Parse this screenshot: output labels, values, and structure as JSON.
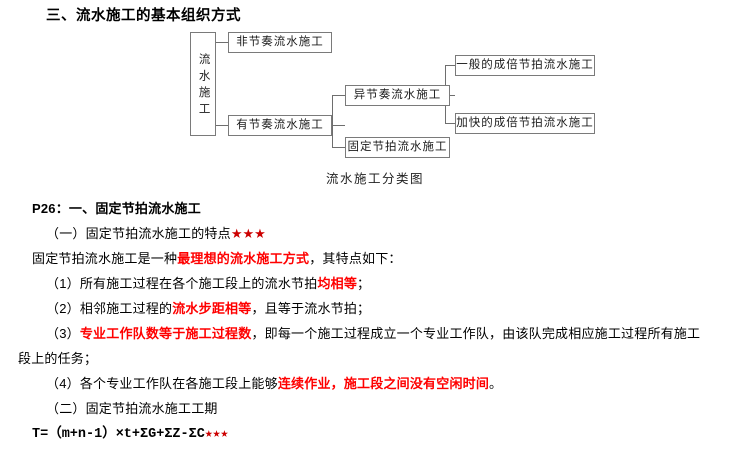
{
  "document": {
    "section_title": "三、流水施工的基本组织方式",
    "diagram": {
      "caption": "流水施工分类图",
      "nodes": {
        "root": "流水施工",
        "branch_non_rhythmic": "非节奏流水施工",
        "branch_rhythmic": "有节奏流水施工",
        "sub_heterogeneous": "异节奏流水施工",
        "sub_fixed_beat": "固定节拍流水施工",
        "leaf_general_multiple": "一般的成倍节拍流水施工",
        "leaf_accelerated_multiple": "加快的成倍节拍流水施工"
      }
    },
    "heading_p26": "P26：一、固定节拍流水施工",
    "subheading_one": {
      "text": "（一）固定节拍流水施工的特点",
      "stars": "★★★"
    },
    "intro": {
      "part1": "固定节拍流水施工是一种",
      "highlight": "最理想的流水施工方式",
      "part2": "，其特点如下："
    },
    "features": [
      {
        "part1": "（1）所有施工过程在各个施工段上的流水节拍",
        "highlight": "均相等",
        "part2": "；"
      },
      {
        "part1": "（2）相邻施工过程的",
        "highlight": "流水步距相等",
        "part2": "，且等于流水节拍；"
      },
      {
        "part1": "（3）",
        "highlight": "专业工作队数等于施工过程数",
        "part2": "，即每一个施工过程成立一个专业工作队，由该队完成相应施工过程所有施工"
      },
      {
        "part1": "段上的任务；",
        "highlight": "",
        "part2": ""
      },
      {
        "part1": "（4）各个专业工作队在各施工段上能够",
        "highlight": "连续作业，施工段之间没有空闲时间",
        "part2": "。"
      }
    ],
    "subheading_two": "（二）固定节拍流水施工工期",
    "formula": {
      "text": "T=（m+n-1）×t+ΣG+ΣZ-ΣC",
      "stars": "★★★"
    }
  }
}
